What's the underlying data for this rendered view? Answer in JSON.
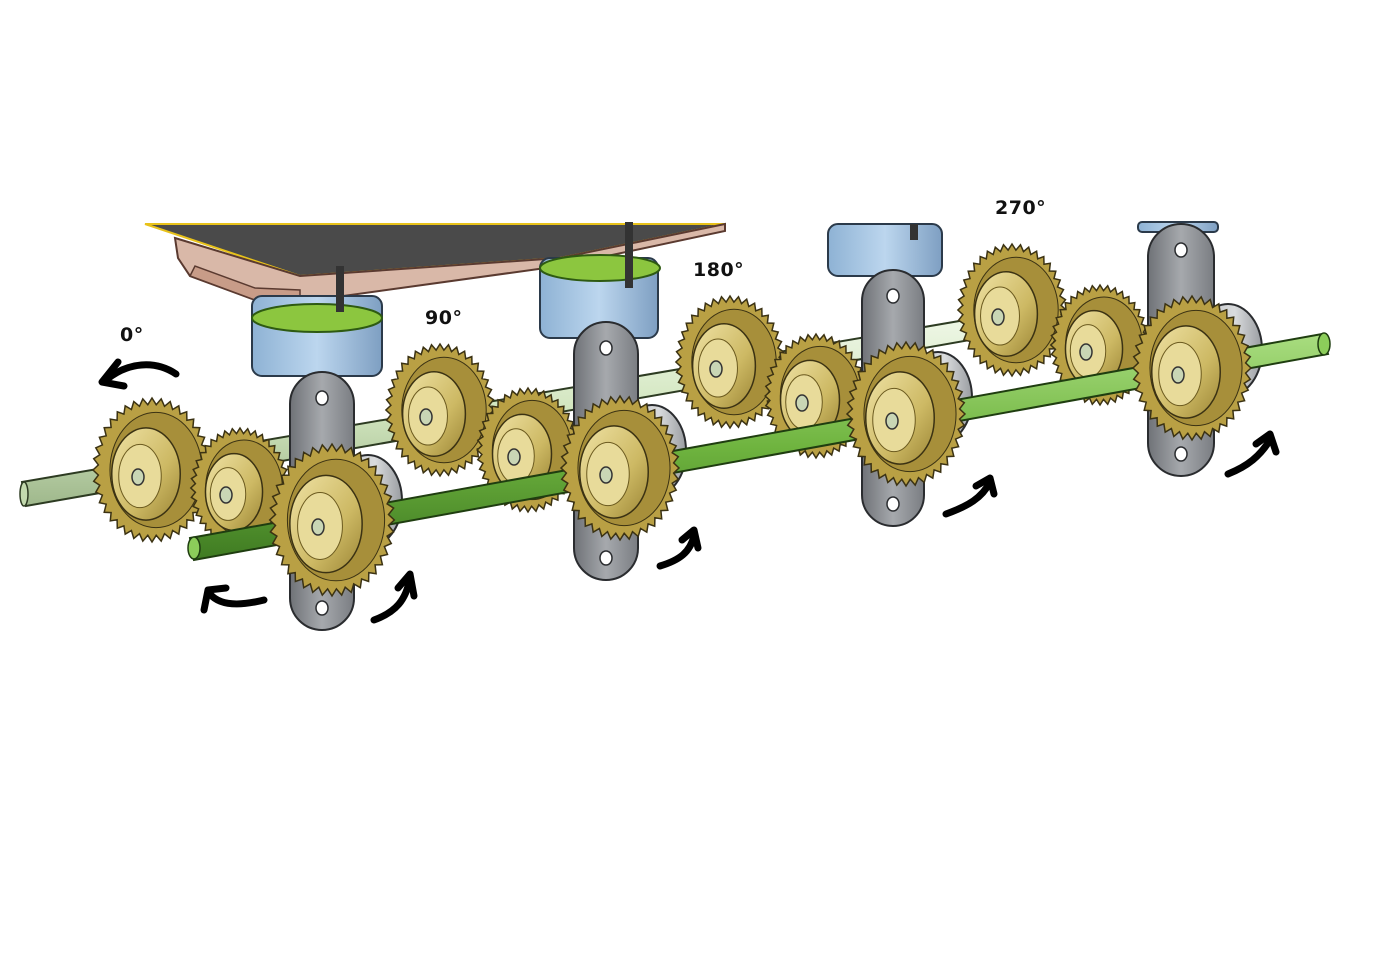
{
  "angle_labels": {
    "a0": "0°",
    "a90": "90°",
    "a180": "180°",
    "a270": "270°"
  },
  "colors": {
    "gear_tooth": "#b9a044",
    "gear_face": "#d8c77a",
    "gear_hub": "#e8db9a",
    "front_shaft": "#7ec24f",
    "rear_shaft": "#d8ebc8",
    "bracket": "#8f9296",
    "motor_body": "#a8c8e6",
    "motor_collar": "#8cc63f",
    "beam": "#d9b8a8",
    "arrow": "#000000"
  },
  "icons": [
    "gear-icon",
    "rotation-arrow-icon",
    "shaft-icon",
    "bearing-bracket-icon",
    "motor-icon"
  ]
}
